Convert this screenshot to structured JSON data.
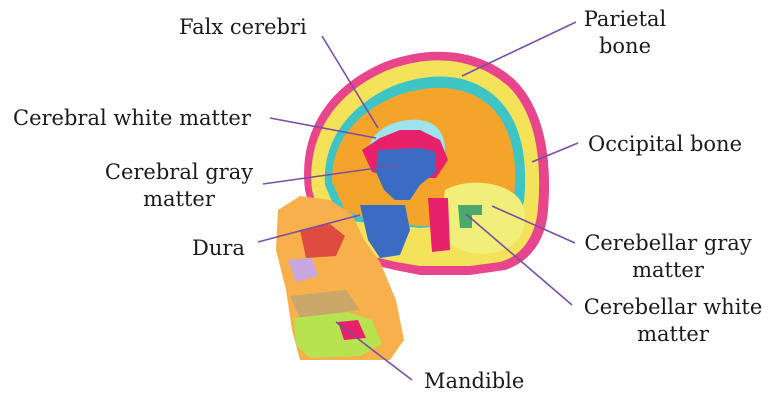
{
  "labels": {
    "falx_cerebri": "Falx cerebri",
    "parietal_bone": [
      "Parietal",
      "bone"
    ],
    "cerebral_white_matter": "Cerebral white matter",
    "occipital_bone": "Occipital bone",
    "cerebral_gray_matter": [
      "Cerebral gray",
      "matter"
    ],
    "dura": "Dura",
    "cerebellar_gray_matter": [
      "Cerebellar gray",
      "matter"
    ],
    "cerebellar_white_matter": [
      "Cerebellar white",
      "matter"
    ],
    "mandible": "Mandible"
  },
  "colors": {
    "leader_line": "#7b4ea3",
    "scalp": "#e8458c",
    "skull": "#f4e25a",
    "dura_layer": "#3fc4c6",
    "gray_matter": "#f4a42a",
    "white_matter": "#e8216b",
    "ventricle": "#9fe3ee",
    "brainstem": "#3a6cc4",
    "cerebellum": "#f1ee7a",
    "cerebellar_white": "#4aa96c",
    "face": "#f7b04c",
    "mandible_green": "#b7e34f"
  }
}
